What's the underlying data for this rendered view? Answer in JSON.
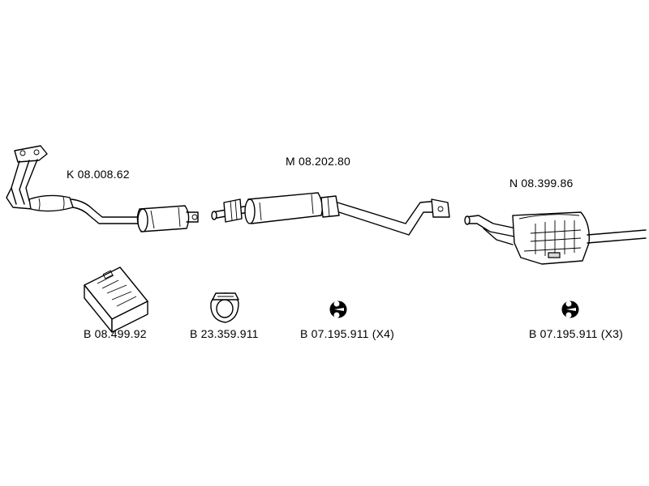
{
  "diagram": {
    "parts": {
      "front_pipe": {
        "code": "K 08.008.62"
      },
      "middle_silencer": {
        "code": "M 08.202.80"
      },
      "rear_silencer": {
        "code": "N 08.399.86"
      }
    },
    "accessories": {
      "mounting_kit": {
        "code": "B 08.499.92"
      },
      "clamp": {
        "code": "B 23.359.911"
      },
      "rubber_hanger_middle": {
        "code": "B 07.195.911 (X4)"
      },
      "rubber_hanger_rear": {
        "code": "B 07.195.911 (X3)"
      }
    }
  }
}
